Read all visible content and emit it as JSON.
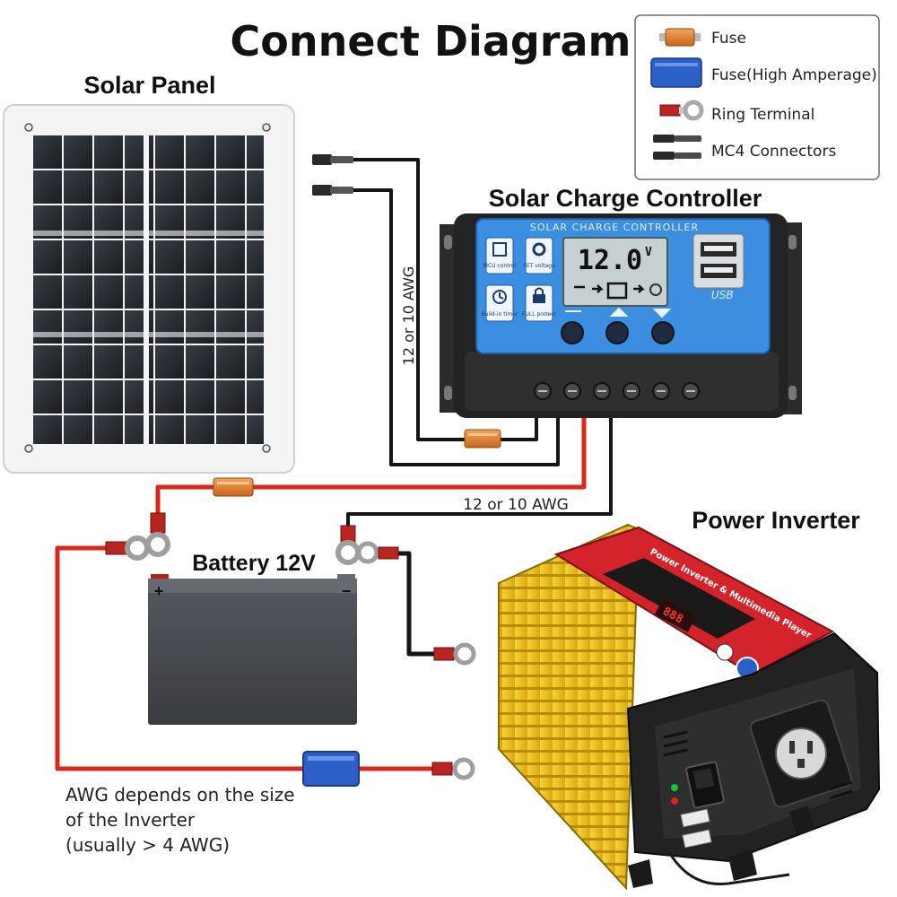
{
  "title": "Connect Diagram",
  "labels": {
    "solar_panel": "Solar Panel",
    "controller": "Solar Charge Controller",
    "battery": "Battery 12V",
    "inverter": "Power Inverter",
    "awg_vertical": "12 or 10 AWG",
    "awg_horizontal": "12 or 10 AWG",
    "awg_note_1": "AWG depends on the size",
    "awg_note_2": "of the Inverter",
    "awg_note_3": "(usually  > 4 AWG)"
  },
  "legend": {
    "items": [
      {
        "label": "Fuse",
        "icon": "fuse-icon"
      },
      {
        "label": "Fuse(High Amperage)",
        "icon": "high-amp-fuse-icon"
      },
      {
        "label": "Ring Terminal",
        "icon": "ring-terminal-icon"
      },
      {
        "label": "MC4 Connectors",
        "icon": "mc4-connector-icon"
      }
    ]
  },
  "controller_panel": {
    "header": "SOLAR CHARGE CONTROLLER",
    "display": "12.0",
    "unit": "V",
    "icons": [
      "MCU control",
      "SET voltage",
      "Build-in timer",
      "FULL protect"
    ],
    "usb": "USB"
  },
  "battery_terminals": {
    "positive": "+",
    "negative": "−"
  },
  "inverter_panel": {
    "heading": "Power Inverter & Multimedia Player",
    "display": "888"
  },
  "colors": {
    "wire_red": "#d9271c",
    "wire_black": "#151515",
    "fuse_orange": "#e8862f",
    "fuse_blue": "#2d5fc8",
    "controller_blue": "#3c8fe0",
    "inverter_yellow": "#f2c418",
    "inverter_red": "#d2242a"
  }
}
